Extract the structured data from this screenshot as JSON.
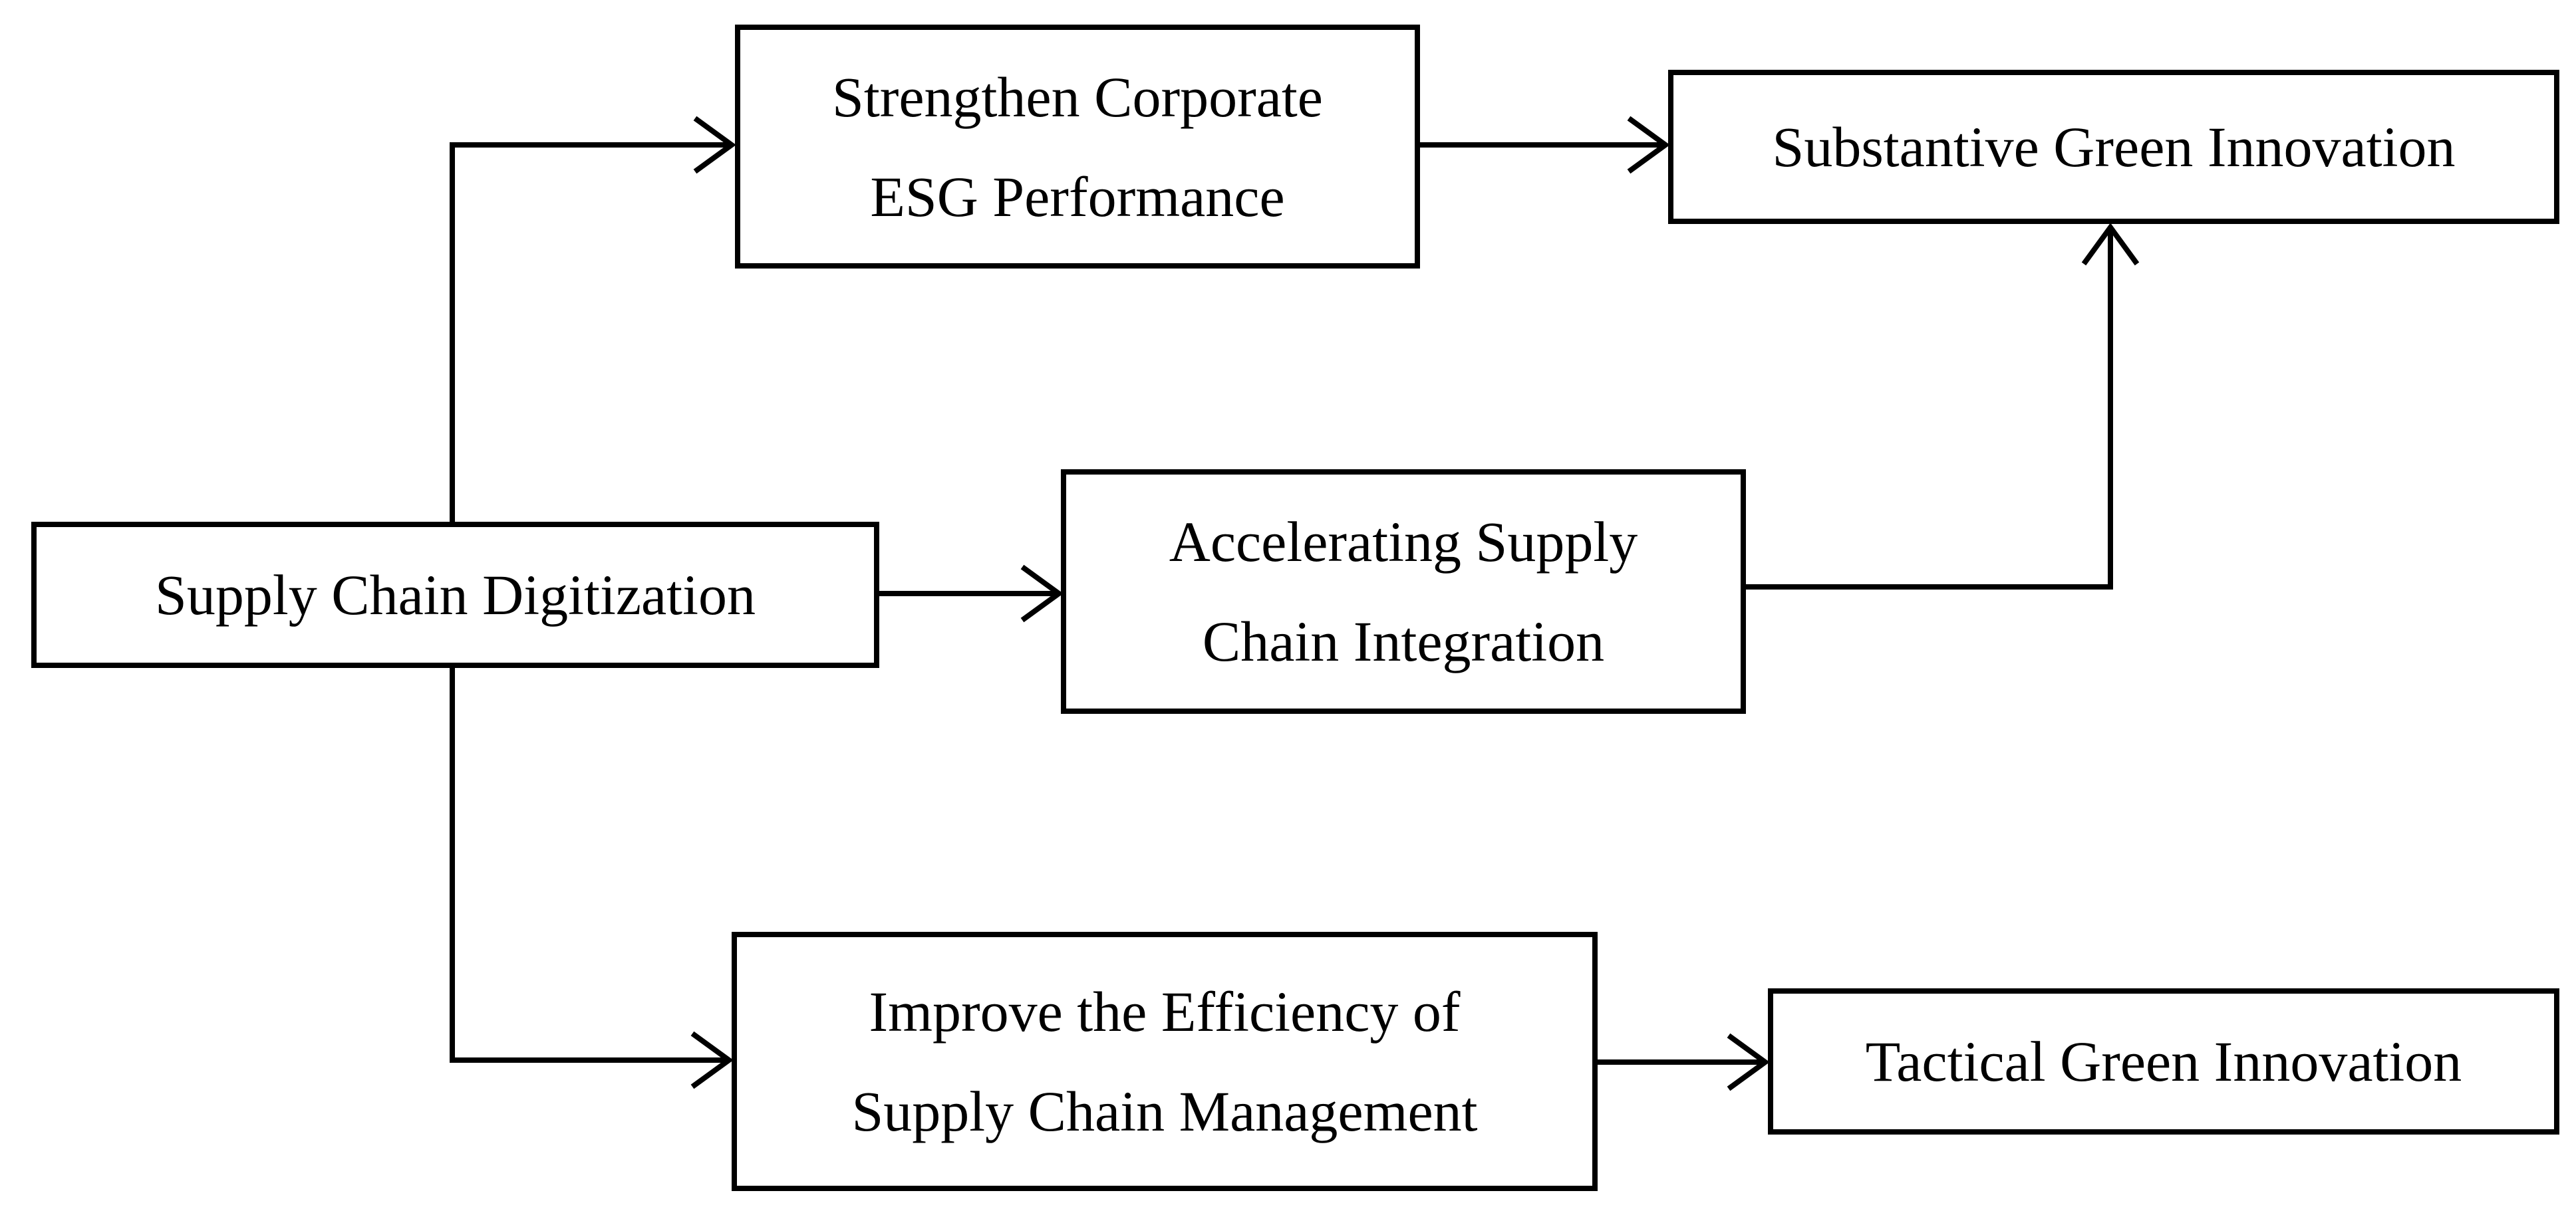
{
  "diagram": {
    "nodes": {
      "digitization": {
        "lines": [
          "Supply Chain Digitization"
        ]
      },
      "esg": {
        "lines": [
          "Strengthen Corporate",
          "ESG Performance"
        ]
      },
      "integration": {
        "lines": [
          "Accelerating Supply",
          "Chain Integration"
        ]
      },
      "efficiency": {
        "lines": [
          "Improve the Efficiency of",
          "Supply Chain Management"
        ]
      },
      "substantive": {
        "lines": [
          "Substantive Green Innovation"
        ]
      },
      "tactical": {
        "lines": [
          "Tactical Green Innovation"
        ]
      }
    },
    "edges": [
      {
        "from": "digitization",
        "to": "esg"
      },
      {
        "from": "digitization",
        "to": "integration"
      },
      {
        "from": "digitization",
        "to": "efficiency"
      },
      {
        "from": "esg",
        "to": "substantive"
      },
      {
        "from": "integration",
        "to": "substantive"
      },
      {
        "from": "efficiency",
        "to": "tactical"
      }
    ]
  }
}
